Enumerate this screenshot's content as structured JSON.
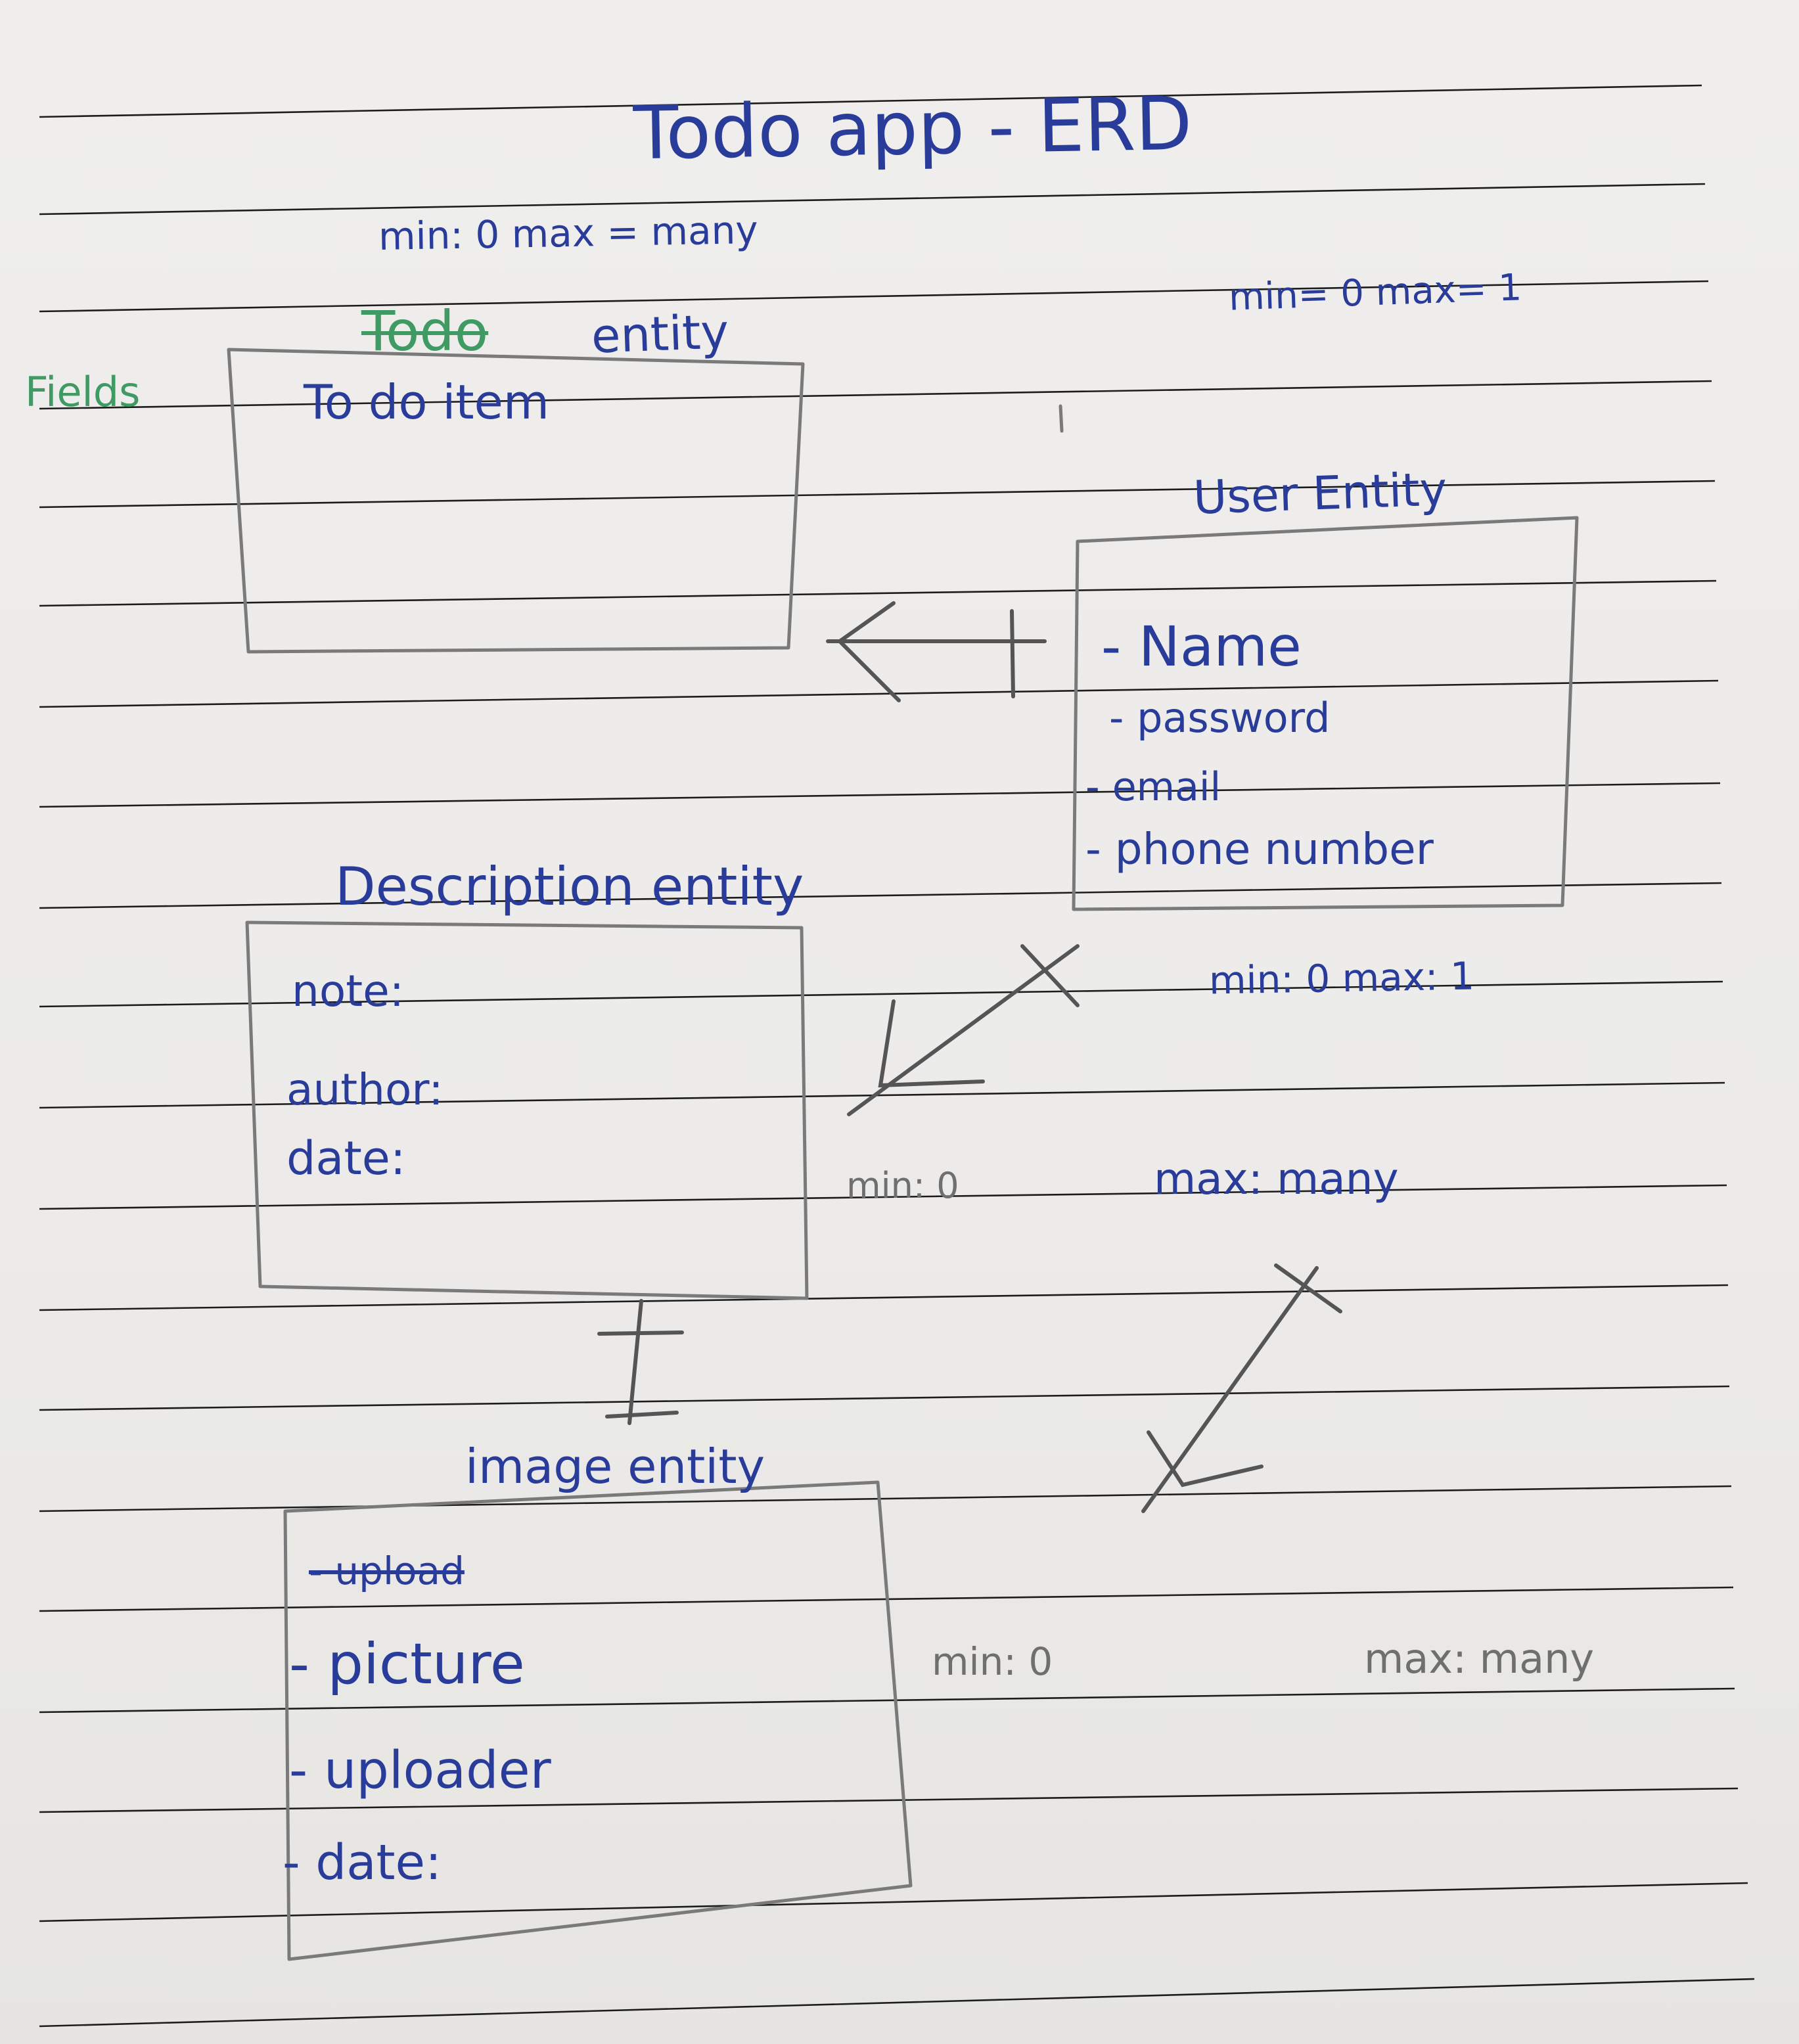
{
  "title": "Todo app - ERD",
  "todo_entity": {
    "header": "entity",
    "header_struck": "Todo",
    "side_label": "Fields",
    "item": "To do item",
    "cardinality": "min: 0  max = many"
  },
  "user_entity": {
    "header": "User Entity",
    "fields": [
      "- Name",
      "- password",
      "- email",
      "- phone number"
    ],
    "cardinality": "min= 0  max= 1"
  },
  "description_entity": {
    "header": "Description entity",
    "fields": [
      "note:",
      "author:",
      "date:"
    ],
    "cardinality_to_user": "min: 0  max: 1",
    "cardinality_to_image": [
      "min: 0",
      "max: many"
    ]
  },
  "image_entity": {
    "header": "image entity",
    "fields_struck": [
      "- upload"
    ],
    "fields": [
      "- picture",
      "- uploader",
      "- date:"
    ],
    "cardinality": [
      "min: 0",
      "max: many"
    ]
  },
  "colors": {
    "ink": "#2a3c9a",
    "graphite": "#6f6f6f",
    "green": "#3f9b63",
    "rule": "#1c1c1c",
    "paper": "#ecebe9"
  }
}
